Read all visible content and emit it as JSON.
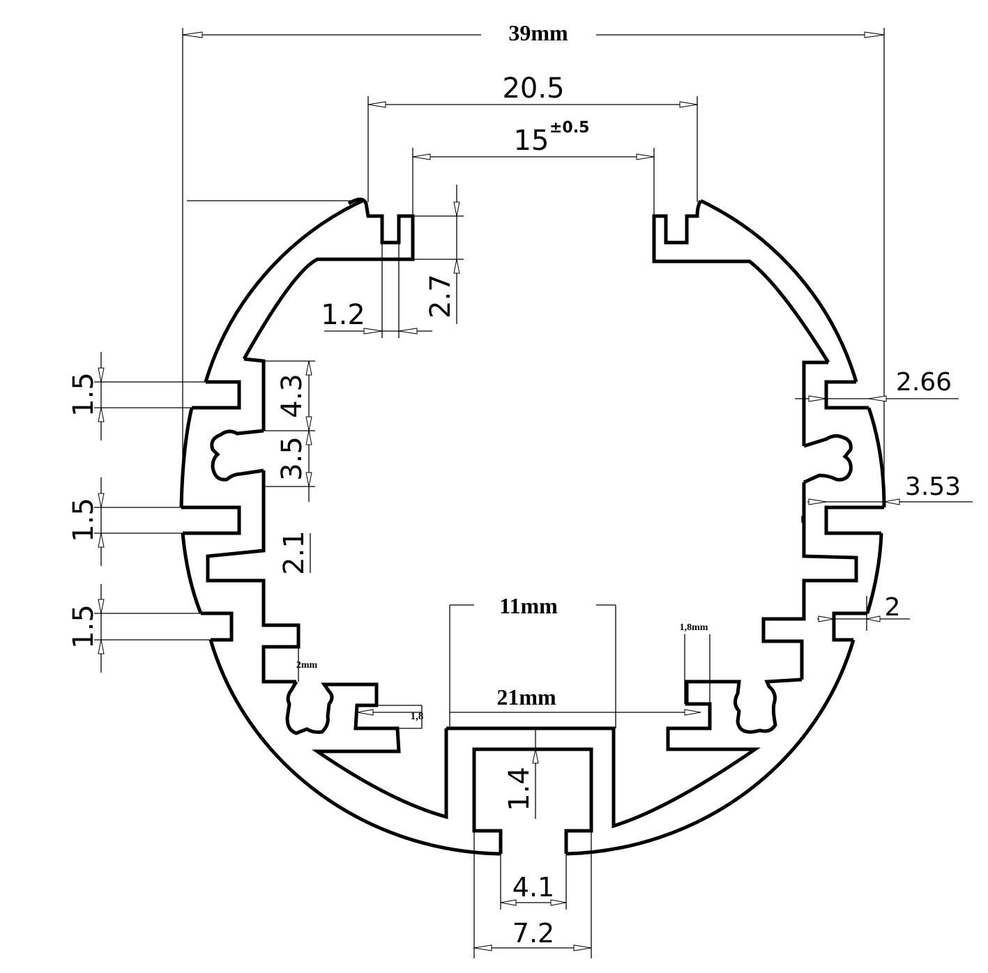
{
  "dimensions": {
    "overall_width": "39mm",
    "top_opening_outer": "20.5",
    "top_opening_inner": "15",
    "top_opening_tolerance": "±0.5",
    "tab_width": "1.2",
    "tab_depth": "2.7",
    "left_slot_1": "1.5",
    "left_slot_2": "1.5",
    "left_slot_3": "1.5",
    "left_lower_rib_step": "2.1",
    "screw_channel_upper": "4.3",
    "screw_channel_lower": "3.5",
    "right_gap_upper": "2.66",
    "right_gap_middle": "3.53",
    "right_gap_lower": "2",
    "small_slot_left": "2mm",
    "small_slot_right": "1,8mm",
    "lower_gap_left": "1,8",
    "bottom_channel_opening": "11mm",
    "bottom_channel_width": "21mm",
    "bottom_wall": "1.4",
    "bottom_slot_inner": "4.1",
    "bottom_slot_outer": "7.2"
  }
}
